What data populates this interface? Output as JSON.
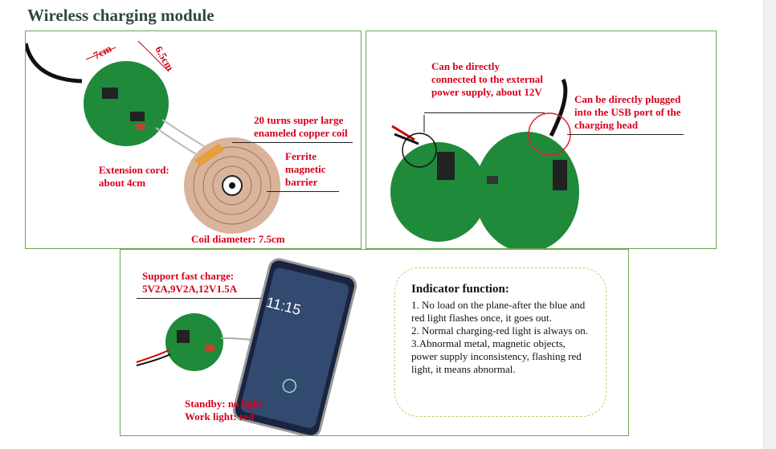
{
  "title": "Wireless charging module",
  "panel1": {
    "dim_7cm": "7cm",
    "dim_65cm": "6.5cm",
    "coil_label": "20 turns super large enameled copper coil",
    "ferrite_label": "Ferrite magnetic barrier",
    "extension_label": "Extension cord: about 4cm",
    "diameter_label": "Coil diameter: 7.5cm"
  },
  "panel2": {
    "power_label": "Can be directly connected to the external power supply, about 12V",
    "usb_label": "Can be directly plugged into the USB port of the charging head"
  },
  "panel3": {
    "fast_charge_label": "Support fast charge: 5V2A,9V2A,12V1.5A",
    "standby_label": "Standby: no light",
    "work_label": "Work light: red",
    "phone_time": "11:15",
    "indicator": {
      "title": "Indicator function:",
      "items": [
        "1. No load on the plane-after the blue and red light flashes once, it goes out.",
        "2. Normal charging-red light is always on.",
        "3.Abnormal metal, magnetic objects, power supply inconsistency, flashing red light, it means abnormal."
      ]
    }
  },
  "colors": {
    "accent_red": "#d8001b",
    "border_green": "#6aa84f",
    "pcb_green": "#1f8a3a"
  }
}
